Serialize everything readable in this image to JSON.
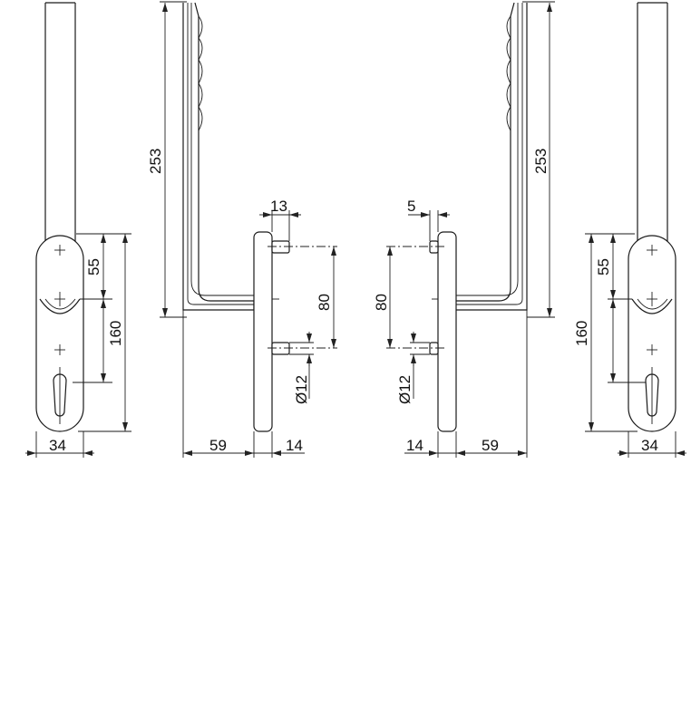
{
  "dimensions": {
    "left_plate_width": "34",
    "left_spindle_to_hole": "55",
    "left_plate_height": "160",
    "left_handle_height": "253",
    "left_projection": "59",
    "left_rose_thickness": "14",
    "left_pin_offset": "13",
    "left_pin_spacing": "80",
    "left_pin_diameter": "Ø12",
    "right_pin_offset": "5",
    "right_pin_spacing": "80",
    "right_pin_diameter": "Ø12",
    "right_rose_thickness": "14",
    "right_projection": "59",
    "right_handle_height": "253",
    "right_spindle_to_hole": "55",
    "right_plate_height": "160",
    "right_plate_width": "34"
  },
  "colors": {
    "line": "#1a1a1a",
    "background": "#ffffff"
  }
}
